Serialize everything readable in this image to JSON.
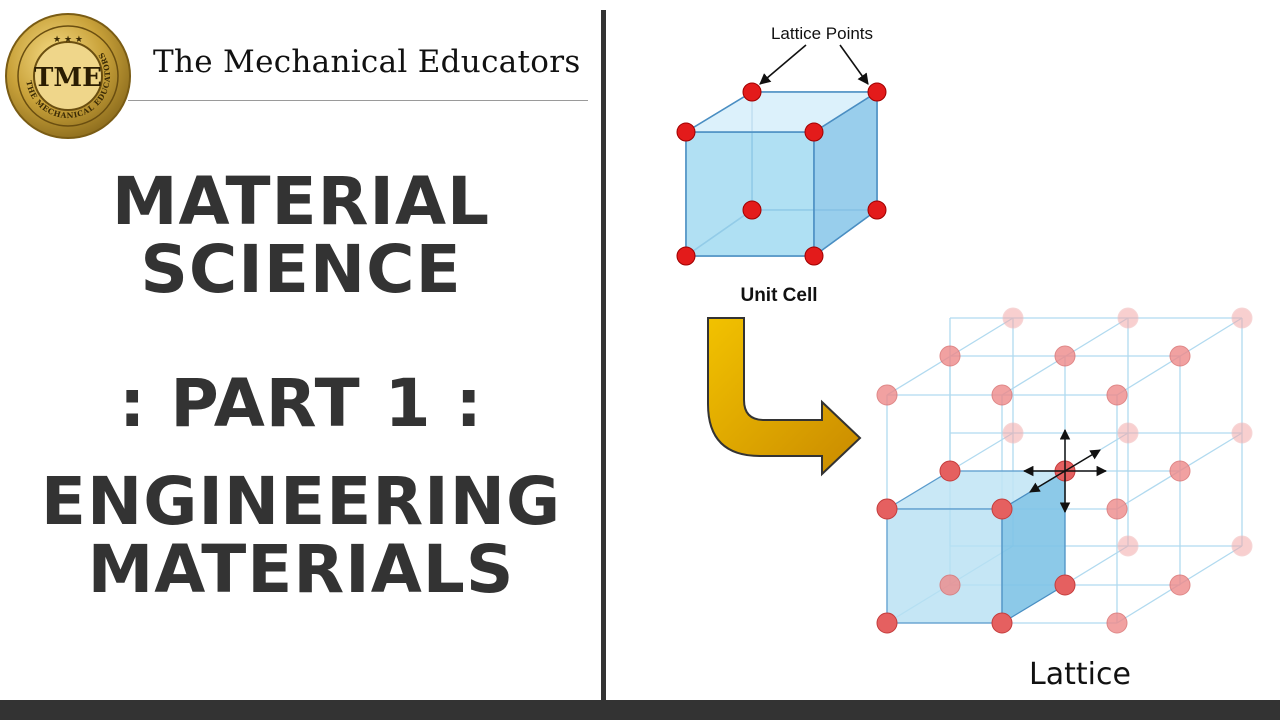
{
  "header": {
    "logo_text": "TME",
    "logo_ring_text": "THE MECHANICAL EDUCATORS",
    "channel_name": "The Mechanical Educators"
  },
  "title": {
    "line1": "MATERIAL",
    "line2": "SCIENCE",
    "line3": ": PART 1 :",
    "line4": "ENGINEERING",
    "line5": "MATERIALS"
  },
  "diagram": {
    "lattice_points_label": "Lattice Points",
    "unit_cell_label": "Unit Cell",
    "lattice_label": "Lattice"
  },
  "colors": {
    "title_text": "#333333",
    "divider": "#333333",
    "bottom_bar": "#333333",
    "lattice_point": "#e31b1b",
    "cube_face": "#9fd7f0",
    "cube_edge": "#4a8ec2",
    "arrow_fill": "#e0a800",
    "logo_gold": "#c9a23a"
  }
}
